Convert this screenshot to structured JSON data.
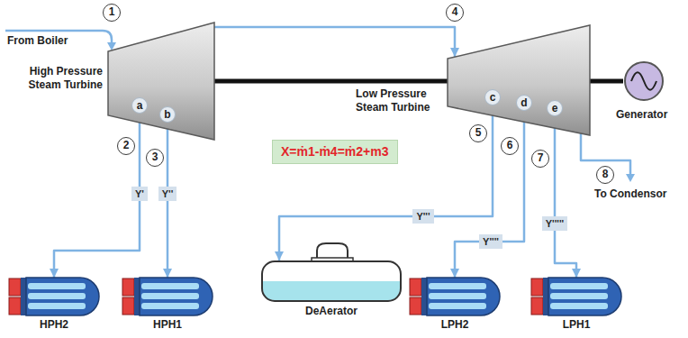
{
  "diagram": {
    "nodes": [
      {
        "text": [
          "High Pressure Steam Turbine"
        ]
      },
      {
        "text": [
          "a"
        ],
        "in": 0
      },
      {
        "text": [
          "b"
        ],
        "in": 0
      },
      {
        "text": [
          "Low Pressure Steam Turbine"
        ]
      },
      {
        "text": [
          "c"
        ],
        "in": 3
      },
      {
        "text": [
          "d"
        ],
        "in": 3
      },
      {
        "text": [
          "e"
        ],
        "in": 3
      },
      {
        "text": [
          "Generator"
        ]
      },
      {
        "text": [
          "X=ṁ1-ṁ4=ṁ2+m3"
        ]
      },
      {
        "text": [
          "HPH2"
        ]
      },
      {
        "text": [
          "HPH1"
        ]
      },
      {
        "text": [
          "DeAerator"
        ]
      },
      {
        "text": [
          "LPH2"
        ]
      },
      {
        "text": [
          "LPH1"
        ]
      }
    ],
    "edges": [
      {
        "from": 0,
        "to": 3,
        "arrow": "to"
      },
      {
        "from": 0,
        "to": 3,
        "arrow": "none"
      },
      {
        "from": 3,
        "to": 7,
        "arrow": "none"
      },
      {
        "from": 1,
        "to": 9,
        "label": "Y'",
        "arrow": "to"
      },
      {
        "from": 2,
        "to": 10,
        "label": "Y''",
        "arrow": "to"
      },
      {
        "from": 4,
        "to": 11,
        "label": "Y'''",
        "arrow": "to"
      },
      {
        "from": 5,
        "to": 12,
        "label": "Y''''",
        "arrow": "to"
      },
      {
        "from": 6,
        "to": 13,
        "label": "Y'''''",
        "arrow": "to"
      }
    ],
    "labels": [
      "1",
      "From Boiler",
      "4",
      "2",
      "3",
      "5",
      "6",
      "7",
      "8",
      "To Condensor"
    ]
  }
}
